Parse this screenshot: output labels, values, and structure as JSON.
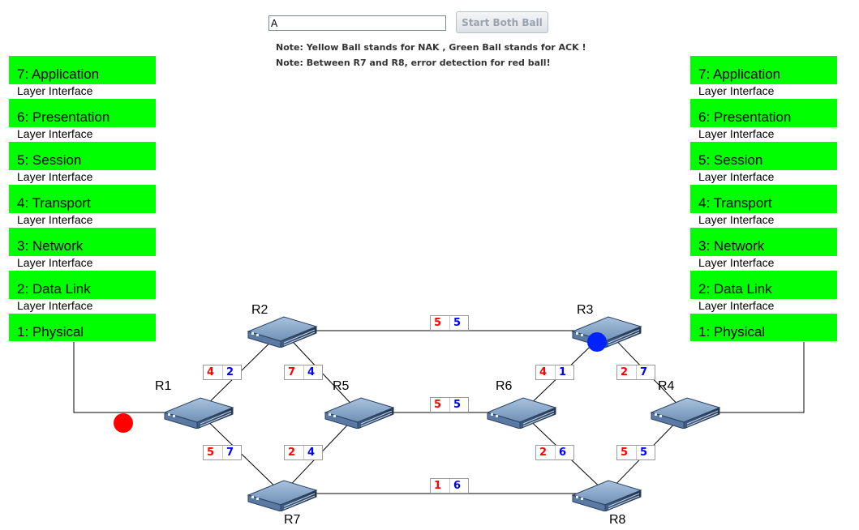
{
  "toolbar": {
    "input_value": "A",
    "start_button_label": "Start Both Ball"
  },
  "notes": [
    "Note: Yellow Ball stands for NAK , Green Ball stands for ACK !",
    "Note: Between R7 and R8, error detection for red ball!"
  ],
  "left_stack": [
    {
      "name": "7: Application",
      "interface": "Layer Interface"
    },
    {
      "name": "6: Presentation",
      "interface": "Layer Interface"
    },
    {
      "name": "5: Session",
      "interface": "Layer Interface"
    },
    {
      "name": "4: Transport",
      "interface": "Layer Interface"
    },
    {
      "name": "3: Network",
      "interface": "Layer Interface"
    },
    {
      "name": "2: Data Link",
      "interface": "Layer Interface"
    },
    {
      "name": "1: Physical"
    }
  ],
  "right_stack": [
    {
      "name": "7: Application",
      "interface": "Layer Interface"
    },
    {
      "name": "6: Presentation",
      "interface": "Layer Interface"
    },
    {
      "name": "5: Session",
      "interface": "Layer Interface"
    },
    {
      "name": "4: Transport",
      "interface": "Layer Interface"
    },
    {
      "name": "3: Network",
      "interface": "Layer Interface"
    },
    {
      "name": "2: Data Link",
      "interface": "Layer Interface"
    },
    {
      "name": "1: Physical"
    }
  ],
  "routers": [
    "R1",
    "R2",
    "R3",
    "R4",
    "R5",
    "R6",
    "R7",
    "R8"
  ],
  "links": [
    {
      "id": "r2-r3",
      "a": "R2",
      "b": "R3",
      "red": "5",
      "blue": "5"
    },
    {
      "id": "r1-r2",
      "a": "R1",
      "b": "R2",
      "red": "4",
      "blue": "2"
    },
    {
      "id": "r2-r5",
      "a": "R2",
      "b": "R5",
      "red": "7",
      "blue": "4"
    },
    {
      "id": "r3-r6",
      "a": "R3",
      "b": "R6",
      "red": "4",
      "blue": "1"
    },
    {
      "id": "r3-r4",
      "a": "R3",
      "b": "R4",
      "red": "2",
      "blue": "7"
    },
    {
      "id": "r5-r6",
      "a": "R5",
      "b": "R6",
      "red": "5",
      "blue": "5"
    },
    {
      "id": "r1-r7",
      "a": "R1",
      "b": "R7",
      "red": "5",
      "blue": "7"
    },
    {
      "id": "r5-r7",
      "a": "R5",
      "b": "R7",
      "red": "2",
      "blue": "4"
    },
    {
      "id": "r6-r8",
      "a": "R6",
      "b": "R8",
      "red": "2",
      "blue": "6"
    },
    {
      "id": "r4-r8",
      "a": "R4",
      "b": "R8",
      "red": "5",
      "blue": "5"
    },
    {
      "id": "r7-r8",
      "a": "R7",
      "b": "R8",
      "red": "1",
      "blue": "6"
    }
  ],
  "balls": [
    {
      "id": "red-ball",
      "color": "#ff0000"
    },
    {
      "id": "blue-ball",
      "color": "#0022ff"
    }
  ],
  "colors": {
    "layer_green": "#00ff00",
    "weight_red": "#ff0000",
    "weight_blue": "#0000ff"
  }
}
